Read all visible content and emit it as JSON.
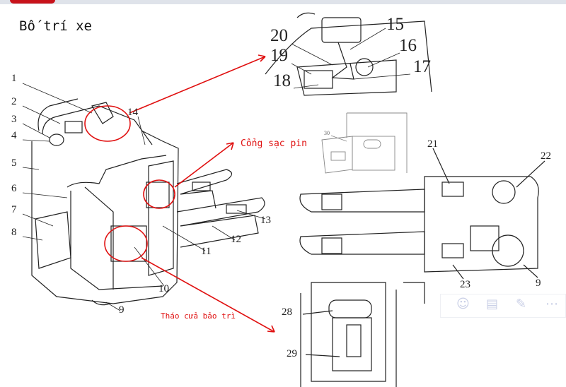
{
  "header": {
    "accent_color": "#c8121a"
  },
  "page_title": "Bố trí xe",
  "notes": {
    "charging_port": "Cổng sạc pin",
    "maintenance_door": "Tháo cửa bảo trì"
  },
  "annotation_color": "#e01010",
  "main_figure_labels": [
    "1",
    "2",
    "3",
    "4",
    "5",
    "6",
    "7",
    "8",
    "9",
    "10",
    "11",
    "12",
    "13",
    "14"
  ],
  "control_detail_labels": [
    "20",
    "19",
    "18",
    "15",
    "16",
    "17"
  ],
  "top_view_labels": [
    "21",
    "22",
    "23",
    "9"
  ],
  "maintenance_detail_labels": [
    "28",
    "29"
  ],
  "charger_detail_labels": [
    "30"
  ],
  "toolbar": {
    "icons": [
      "emoji-icon",
      "document-icon",
      "pen-icon",
      "more-icon"
    ]
  }
}
